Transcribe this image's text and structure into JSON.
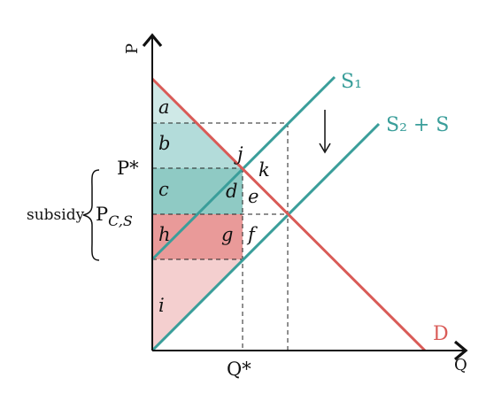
{
  "axes": {
    "y_label": "P",
    "x_label": "Q"
  },
  "curves": {
    "supply1": "S₁",
    "supply2": "S₂ + S",
    "demand": "D"
  },
  "price_labels": {
    "p_star": "P*",
    "p_cs": "P",
    "p_cs_sub": "C,S",
    "subsidy": "subsidy"
  },
  "quantity_labels": {
    "q_star": "Q*"
  },
  "regions": {
    "a": "a",
    "b": "b",
    "c": "c",
    "d": "d",
    "e": "e",
    "f": "f",
    "g": "g",
    "h": "h",
    "i": "i",
    "j": "j",
    "k": "k"
  },
  "shift_arrow": "↓",
  "colors": {
    "supply": "#3a9e9a",
    "demand": "#d95b57",
    "light_teal_fill": "#b3dcda",
    "teal_fill": "#8fcac4",
    "pink_fill": "#e99a99",
    "light_pink_fill": "#f4cfcf"
  }
}
